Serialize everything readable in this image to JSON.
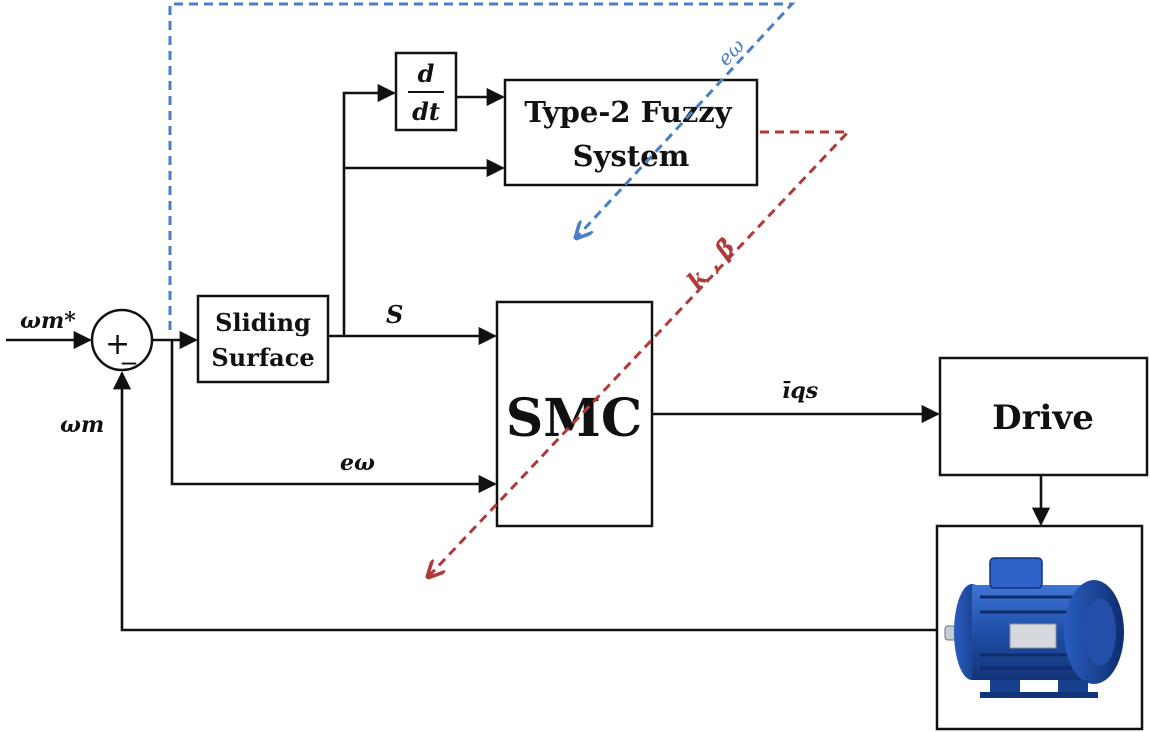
{
  "colors": {
    "line": "#111111",
    "adapt_blue": "#4a7fc1",
    "adapt_red": "#b03a3a",
    "motor_blue": "#1f4fa8"
  },
  "blocks": {
    "sliding_surface": [
      "Sliding",
      "Surface"
    ],
    "derivative_num": "d",
    "derivative_den": "dt",
    "fuzzy": [
      "Type-2 Fuzzy",
      "System"
    ],
    "smc": "SMC",
    "drive": "Drive"
  },
  "summing_junction": {
    "plus": "+",
    "minus": "_"
  },
  "signals": {
    "ref_speed": "ωm*",
    "measured_speed": "ωm",
    "sliding_variable": "S",
    "speed_error": "eω",
    "current_command": "īqs",
    "fuzzy_input_error": "eω",
    "fuzzy_output": "k , β̄"
  },
  "icons": {
    "motor": "electric-motor-icon"
  }
}
